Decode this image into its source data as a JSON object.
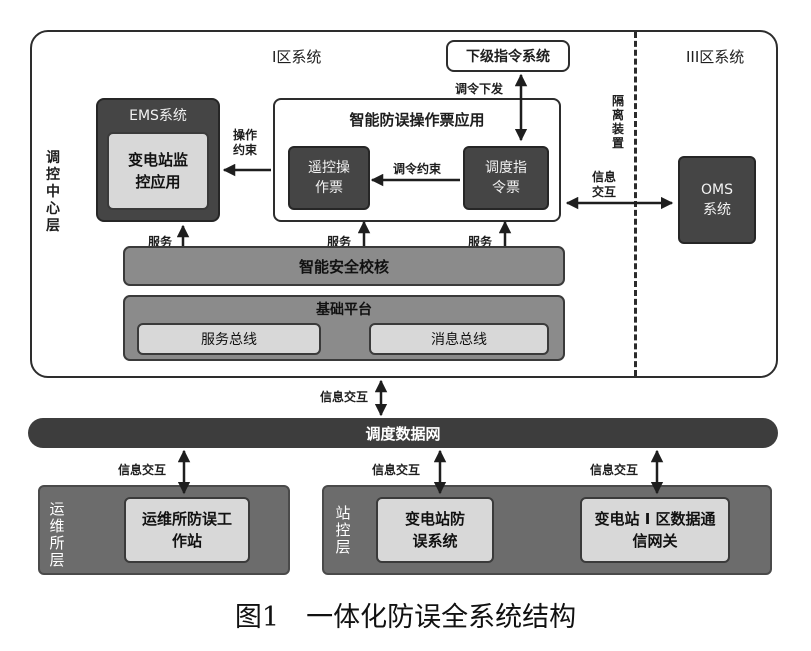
{
  "zones": {
    "zone1_title": "I区系统",
    "zone3_title": "III区系统",
    "isolation_label": "隔离装置",
    "dispatch_center_label": "调控中心层"
  },
  "boxes": {
    "lower_command": "下级指令系统",
    "command_issue": "调令下发",
    "ems_title": "EMS系统",
    "ems_app": "变电站监控应用",
    "op_constraint": "操作约束",
    "smart_ticket_title": "智能防误操作票应用",
    "remote_ticket": "遥控操作票",
    "command_constraint": "调令约束",
    "dispatch_ticket": "调度指令票",
    "info_exchange": "信息交互",
    "oms": "OMS系统",
    "service": "服务",
    "safety_check": "智能安全校核",
    "base_platform": "基础平台",
    "service_bus": "服务总线",
    "message_bus": "消息总线",
    "dispatch_network": "调度数据网",
    "ops_layer": "运维所层",
    "ops_station": "运维所防误工作站",
    "station_layer": "站控层",
    "substation_system": "变电站防误系统",
    "gateway": "变电站 I 区数据通信网关"
  },
  "caption": "图1　一体化防误全系统结构"
}
